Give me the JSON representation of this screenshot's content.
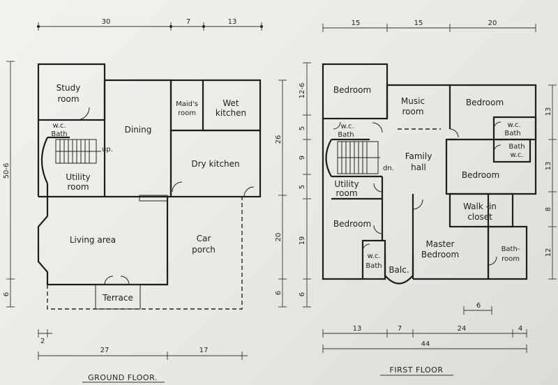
{
  "ground_floor": {
    "title": "GROUND FLOOR.",
    "rooms": {
      "study": [
        "Study",
        "room"
      ],
      "dining": "Dining",
      "maids": [
        "Maid's",
        "room"
      ],
      "wet": [
        "Wet",
        "kitchen"
      ],
      "wc": "w.c.",
      "bath": "Bath",
      "up": "up.",
      "utility": [
        "Utility",
        "room"
      ],
      "dry": "Dry kitchen",
      "living": "Living area",
      "carporch": [
        "Car",
        "porch"
      ],
      "terrace": "Terrace"
    },
    "dims_top": [
      "30",
      "7",
      "13"
    ],
    "dims_bottom": [
      "27",
      "17"
    ],
    "dim_small": "2",
    "dim_left": [
      "50-6",
      "6"
    ],
    "dims_right": [
      "26",
      "20",
      "6"
    ]
  },
  "first_floor": {
    "title": "FIRST FLOOR",
    "rooms": {
      "bedroom_tl": "Bedroom",
      "music": [
        "Music",
        "room"
      ],
      "bedroom_tr": "Bedroom",
      "wc_left": "w.c.",
      "bath_left": "Bath",
      "wc_right": "w.c.",
      "bath_right": "Bath",
      "bath_wc2": "Bath",
      "wc_wc2": "w.c.",
      "family": [
        "Family",
        "hall"
      ],
      "dn": "dn.",
      "bedroom_mr": "Bedroom",
      "utility": [
        "Utility",
        "room"
      ],
      "walkin": [
        "Walk -in",
        "closet"
      ],
      "bedroom_ml": "Bedroom",
      "master": [
        "Master",
        "Bedroom"
      ],
      "bathroom": [
        "Bath-",
        "room"
      ],
      "wcbath_wc": "w.c.",
      "wcbath_bath": "Bath",
      "balc": "Balc."
    },
    "dims_top": [
      "15",
      "15",
      "20"
    ],
    "dims_left": [
      "12-6",
      "5",
      "9",
      "5",
      "19",
      "6"
    ],
    "dims_right": [
      "13",
      "13",
      "8",
      "12"
    ],
    "dims_bottom": [
      "13",
      "7",
      "24",
      "4"
    ],
    "dim_total": "44",
    "dim_six": "6"
  }
}
